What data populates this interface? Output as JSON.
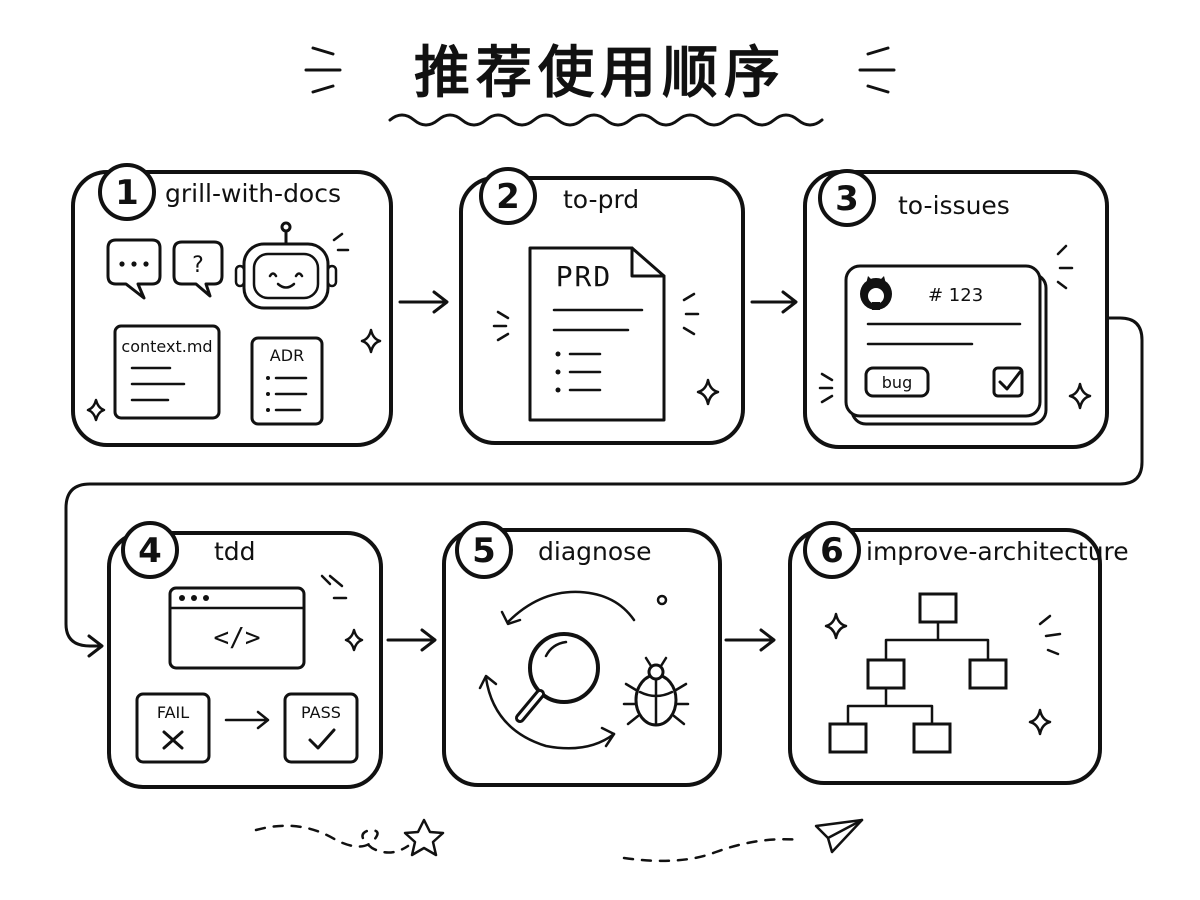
{
  "title": "推荐使用顺序",
  "steps": [
    {
      "number": "1",
      "name": "grill-with-docs",
      "doc_labels": [
        "context.md",
        "ADR"
      ]
    },
    {
      "number": "2",
      "name": "to-prd",
      "doc_label": "PRD"
    },
    {
      "number": "3",
      "name": "to-issues",
      "issue_number": "# 123",
      "tag": "bug"
    },
    {
      "number": "4",
      "name": "tdd",
      "code_symbol": "</>",
      "fail_label": "FAIL",
      "pass_label": "PASS"
    },
    {
      "number": "5",
      "name": "diagnose"
    },
    {
      "number": "6",
      "name": "improve-architecture"
    }
  ],
  "icons": [
    "speech-bubble-icon",
    "question-bubble-icon",
    "robot-icon",
    "document-icon",
    "github-icon",
    "checkbox-icon",
    "browser-window-icon",
    "magnifier-icon",
    "bug-icon",
    "tree-diagram-icon",
    "sparkle-icon",
    "star-icon",
    "paper-plane-icon"
  ]
}
